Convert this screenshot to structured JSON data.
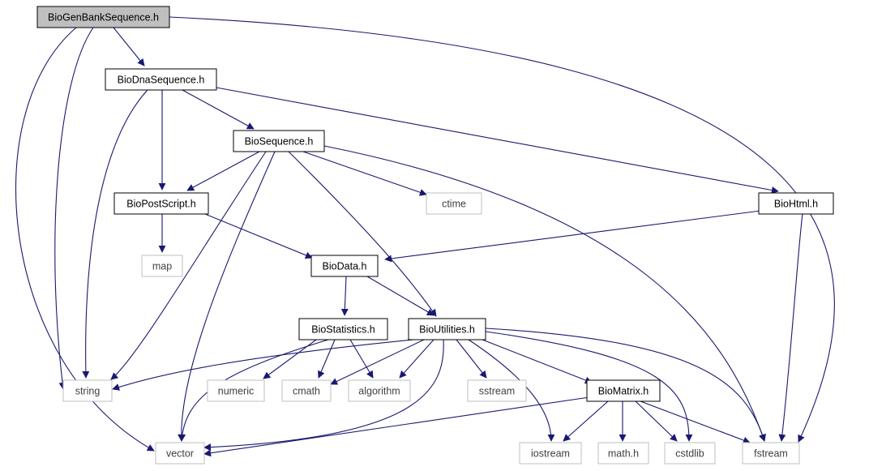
{
  "colors": {
    "edge": "#191970",
    "root_fill": "#bfbfbf",
    "header_border": "#000000",
    "system_border": "#bfbfbf",
    "system_text": "#404040",
    "text": "#000000",
    "background": "#ffffff"
  },
  "nodes": [
    {
      "id": "gen",
      "label": "BioGenBankSequence.h",
      "kind": "root"
    },
    {
      "id": "dna",
      "label": "BioDnaSequence.h",
      "kind": "header"
    },
    {
      "id": "seq",
      "label": "BioSequence.h",
      "kind": "header"
    },
    {
      "id": "ps",
      "label": "BioPostScript.h",
      "kind": "header"
    },
    {
      "id": "html",
      "label": "BioHtml.h",
      "kind": "header"
    },
    {
      "id": "data",
      "label": "BioData.h",
      "kind": "header"
    },
    {
      "id": "stat",
      "label": "BioStatistics.h",
      "kind": "header"
    },
    {
      "id": "util",
      "label": "BioUtilities.h",
      "kind": "header"
    },
    {
      "id": "matrix",
      "label": "BioMatrix.h",
      "kind": "header"
    },
    {
      "id": "ctime",
      "label": "ctime",
      "kind": "system"
    },
    {
      "id": "map",
      "label": "map",
      "kind": "system"
    },
    {
      "id": "string",
      "label": "string",
      "kind": "system"
    },
    {
      "id": "numeric",
      "label": "numeric",
      "kind": "system"
    },
    {
      "id": "cmath",
      "label": "cmath",
      "kind": "system"
    },
    {
      "id": "algorithm",
      "label": "algorithm",
      "kind": "system"
    },
    {
      "id": "sstream",
      "label": "sstream",
      "kind": "system"
    },
    {
      "id": "vector",
      "label": "vector",
      "kind": "system"
    },
    {
      "id": "iostream",
      "label": "iostream",
      "kind": "system"
    },
    {
      "id": "mathh",
      "label": "math.h",
      "kind": "system"
    },
    {
      "id": "cstdlib",
      "label": "cstdlib",
      "kind": "system"
    },
    {
      "id": "fstream",
      "label": "fstream",
      "kind": "system"
    }
  ],
  "edges": [
    {
      "from": "gen",
      "to": "dna"
    },
    {
      "from": "gen",
      "to": "string"
    },
    {
      "from": "gen",
      "to": "vector"
    },
    {
      "from": "gen",
      "to": "fstream"
    },
    {
      "from": "dna",
      "to": "seq"
    },
    {
      "from": "dna",
      "to": "ps"
    },
    {
      "from": "dna",
      "to": "html"
    },
    {
      "from": "dna",
      "to": "string"
    },
    {
      "from": "seq",
      "to": "ps"
    },
    {
      "from": "seq",
      "to": "ctime"
    },
    {
      "from": "seq",
      "to": "string"
    },
    {
      "from": "seq",
      "to": "vector"
    },
    {
      "from": "seq",
      "to": "util"
    },
    {
      "from": "seq",
      "to": "fstream"
    },
    {
      "from": "ps",
      "to": "map"
    },
    {
      "from": "ps",
      "to": "data"
    },
    {
      "from": "html",
      "to": "data"
    },
    {
      "from": "html",
      "to": "fstream"
    },
    {
      "from": "data",
      "to": "stat"
    },
    {
      "from": "data",
      "to": "util"
    },
    {
      "from": "stat",
      "to": "vector"
    },
    {
      "from": "stat",
      "to": "numeric"
    },
    {
      "from": "stat",
      "to": "cmath"
    },
    {
      "from": "stat",
      "to": "algorithm"
    },
    {
      "from": "util",
      "to": "string"
    },
    {
      "from": "util",
      "to": "cmath"
    },
    {
      "from": "util",
      "to": "algorithm"
    },
    {
      "from": "util",
      "to": "sstream"
    },
    {
      "from": "util",
      "to": "vector"
    },
    {
      "from": "util",
      "to": "iostream"
    },
    {
      "from": "util",
      "to": "matrix"
    },
    {
      "from": "util",
      "to": "cstdlib"
    },
    {
      "from": "util",
      "to": "fstream"
    },
    {
      "from": "matrix",
      "to": "vector"
    },
    {
      "from": "matrix",
      "to": "iostream"
    },
    {
      "from": "matrix",
      "to": "mathh"
    },
    {
      "from": "matrix",
      "to": "cstdlib"
    },
    {
      "from": "matrix",
      "to": "fstream"
    }
  ]
}
